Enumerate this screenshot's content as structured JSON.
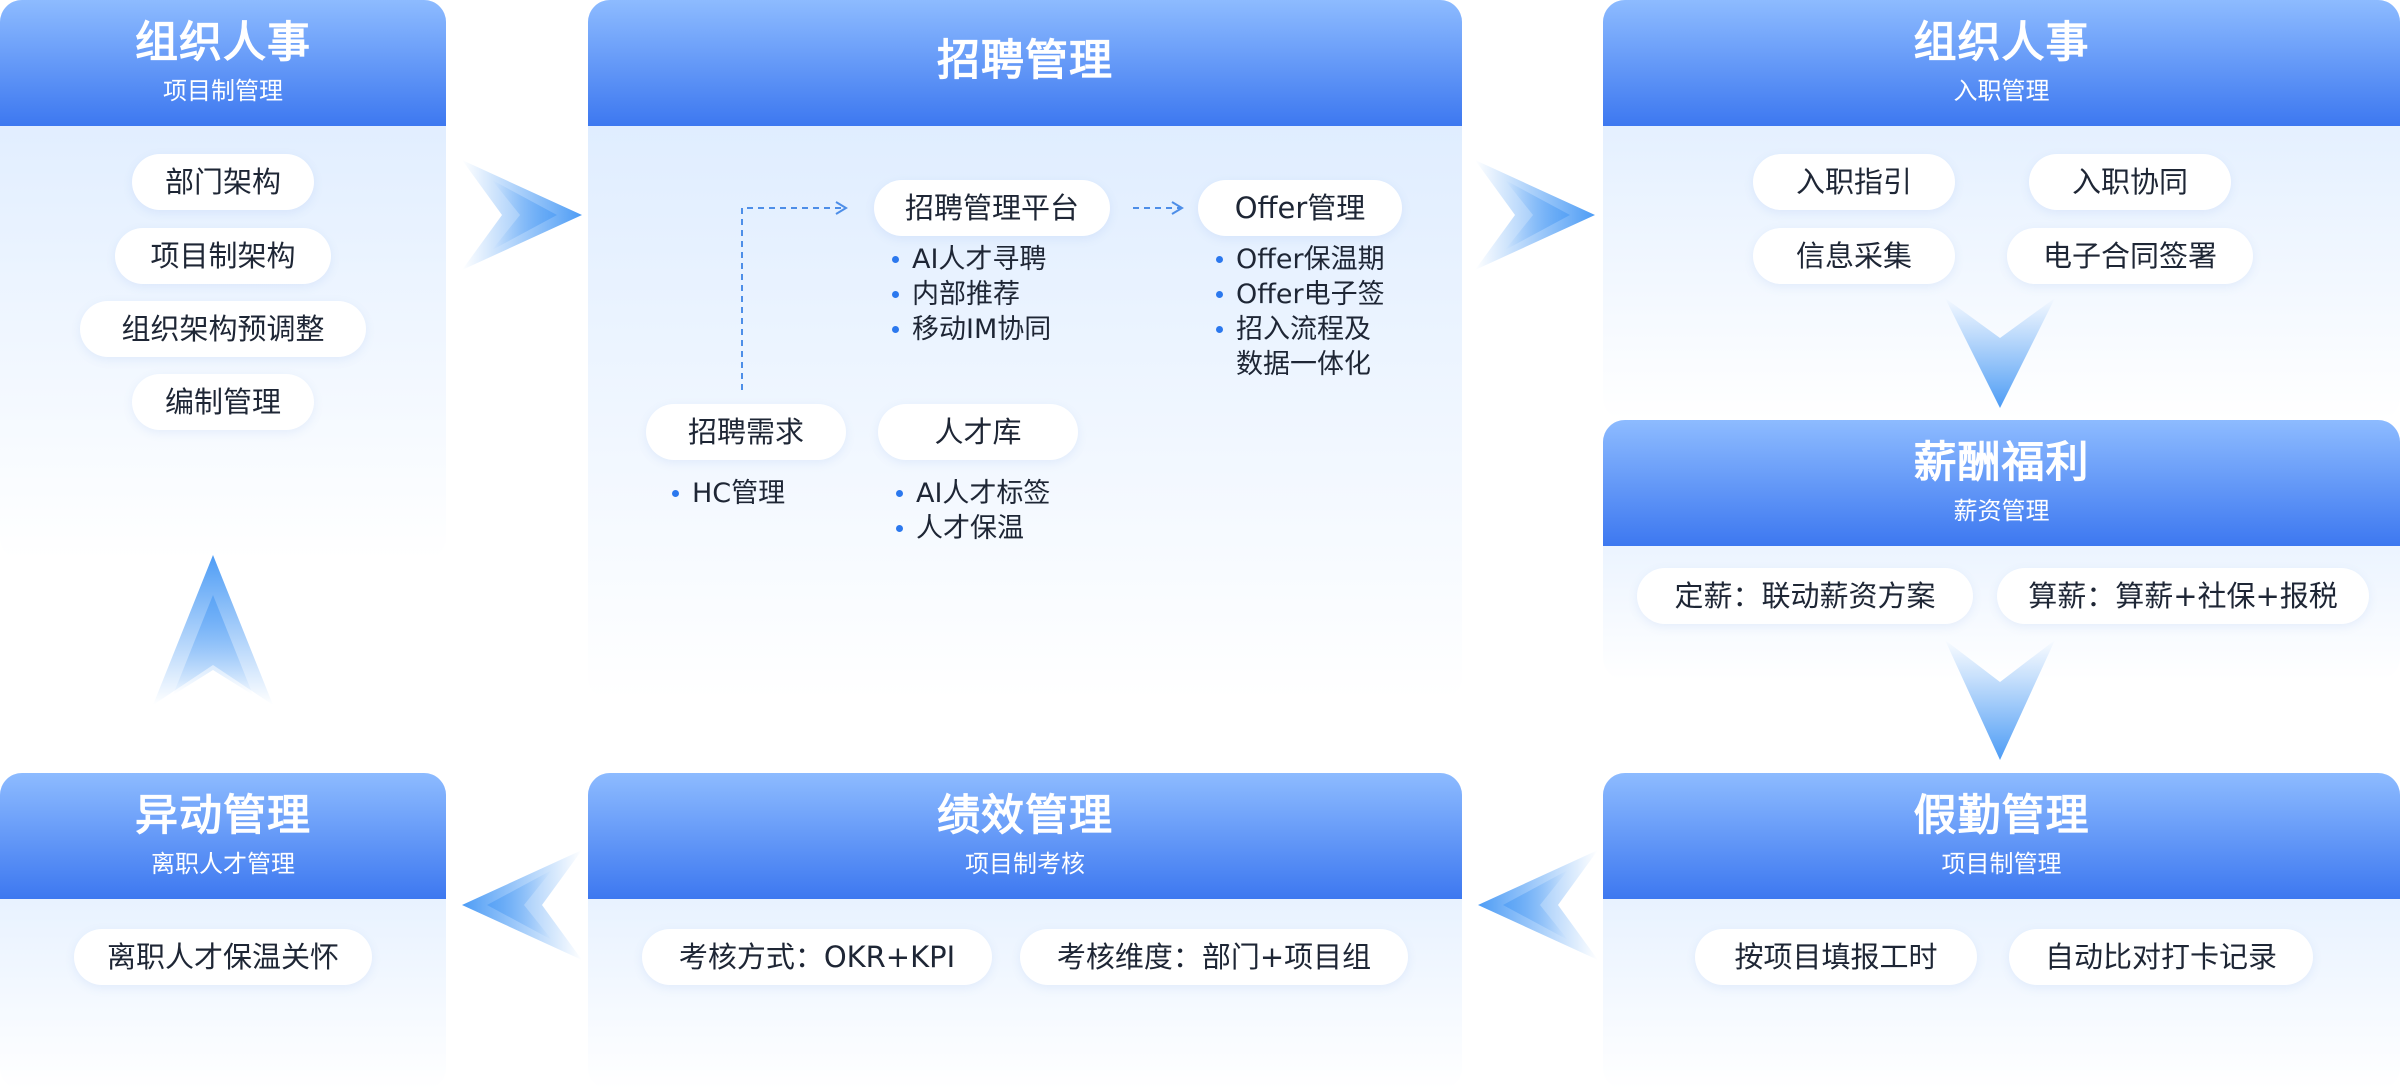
{
  "cards": {
    "org_structure": {
      "title": "组织人事",
      "subtitle": "项目制管理",
      "items": [
        "部门架构",
        "项目制架构",
        "组织架构预调整",
        "编制管理"
      ]
    },
    "recruitment": {
      "title": "招聘管理",
      "platform": {
        "label": "招聘管理平台",
        "bullets": [
          "AI人才寻聘",
          "内部推荐",
          "移动IM协同"
        ]
      },
      "offer": {
        "label": "Offer管理",
        "bullets": [
          "Offer保温期",
          "Offer电子签",
          "招入流程及",
          "数据一体化"
        ]
      },
      "demand": {
        "label": "招聘需求",
        "bullets": [
          "HC管理"
        ]
      },
      "talent_pool": {
        "label": "人才库",
        "bullets": [
          "AI人才标签",
          "人才保温"
        ]
      }
    },
    "onboarding": {
      "title": "组织人事",
      "subtitle": "入职管理",
      "items": [
        "入职指引",
        "入职协同",
        "信息采集",
        "电子合同签署"
      ]
    },
    "compensation": {
      "title": "薪酬福利",
      "subtitle": "薪资管理",
      "items": [
        "定薪：联动薪资方案",
        "算薪：算薪+社保+报税"
      ]
    },
    "attendance": {
      "title": "假勤管理",
      "subtitle": "项目制管理",
      "items": [
        "按项目填报工时",
        "自动比对打卡记录"
      ]
    },
    "performance": {
      "title": "绩效管理",
      "subtitle": "项目制考核",
      "items": [
        "考核方式：OKR+KPI",
        "考核维度：部门+项目组"
      ]
    },
    "transfer": {
      "title": "异动管理",
      "subtitle": "离职人才管理",
      "items": [
        "离职人才保温关怀"
      ]
    }
  },
  "colors": {
    "header_top": "#8dbbff",
    "header_bottom": "#3d78f0",
    "card_body": "#e8f2ff",
    "arrow": "#4d9cf5",
    "bullet": "#2b78ee"
  }
}
